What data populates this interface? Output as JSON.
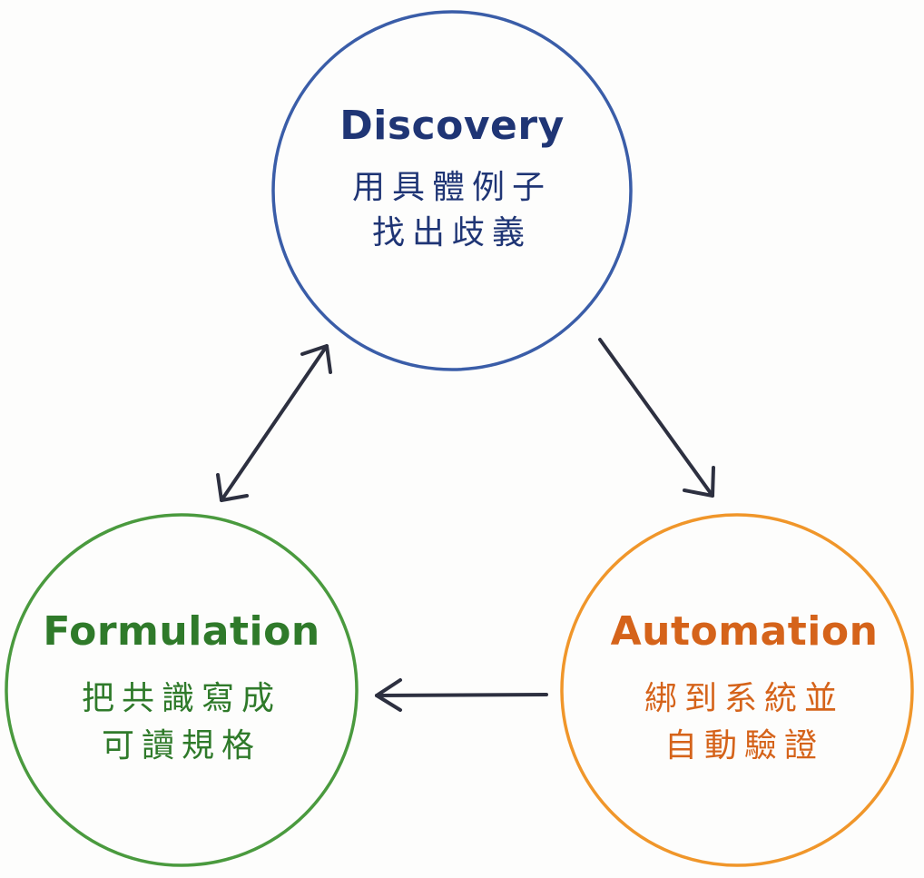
{
  "colors": {
    "discovery": "#3a5da8",
    "discovery_text": "#1f3575",
    "formulation": "#4a9a3e",
    "formulation_text": "#2f7a2a",
    "automation": "#f0962a",
    "automation_text": "#d5631a",
    "arrow": "#2d3040"
  },
  "nodes": {
    "discovery": {
      "title": "Discovery",
      "line1": "用具體例子",
      "line2": "找出歧義"
    },
    "formulation": {
      "title": "Formulation",
      "line1": "把共識寫成",
      "line2": "可讀規格"
    },
    "automation": {
      "title": "Automation",
      "line1": "綁到系統並",
      "line2": "自動驗證"
    }
  },
  "edges": [
    {
      "from": "discovery",
      "to": "automation",
      "direction": "one-way"
    },
    {
      "from": "automation",
      "to": "formulation",
      "direction": "one-way"
    },
    {
      "from": "formulation",
      "to": "discovery",
      "direction": "two-way"
    }
  ]
}
